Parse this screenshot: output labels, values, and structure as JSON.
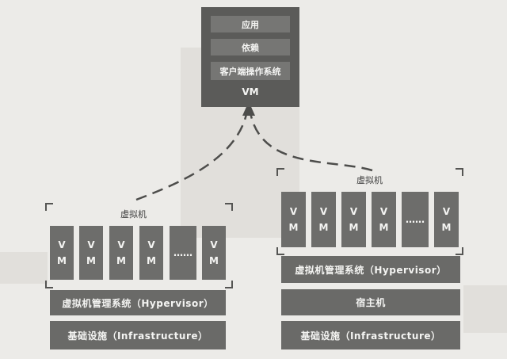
{
  "top_vm_stack": {
    "layers": [
      "应用",
      "依赖",
      "客户端操作系统"
    ],
    "vm_label": "VM"
  },
  "left_host": {
    "group_label": "虚拟机",
    "vms": [
      {
        "line1": "V",
        "line2": "M"
      },
      {
        "line1": "V",
        "line2": "M"
      },
      {
        "line1": "V",
        "line2": "M"
      },
      {
        "line1": "V",
        "line2": "M"
      },
      {
        "line1": "……",
        "line2": ""
      },
      {
        "line1": "V",
        "line2": "M"
      }
    ],
    "hypervisor": "虚拟机管理系统（Hypervisor）",
    "infrastructure": "基础设施（Infrastructure）"
  },
  "right_host": {
    "group_label": "虚拟机",
    "vms": [
      {
        "line1": "V",
        "line2": "M"
      },
      {
        "line1": "V",
        "line2": "M"
      },
      {
        "line1": "V",
        "line2": "M"
      },
      {
        "line1": "V",
        "line2": "M"
      },
      {
        "line1": "……",
        "line2": ""
      },
      {
        "line1": "V",
        "line2": "M"
      }
    ],
    "hypervisor": "虚拟机管理系统（Hypervisor）",
    "host_os": "宿主机",
    "infrastructure": "基础设施（Infrastructure）"
  }
}
